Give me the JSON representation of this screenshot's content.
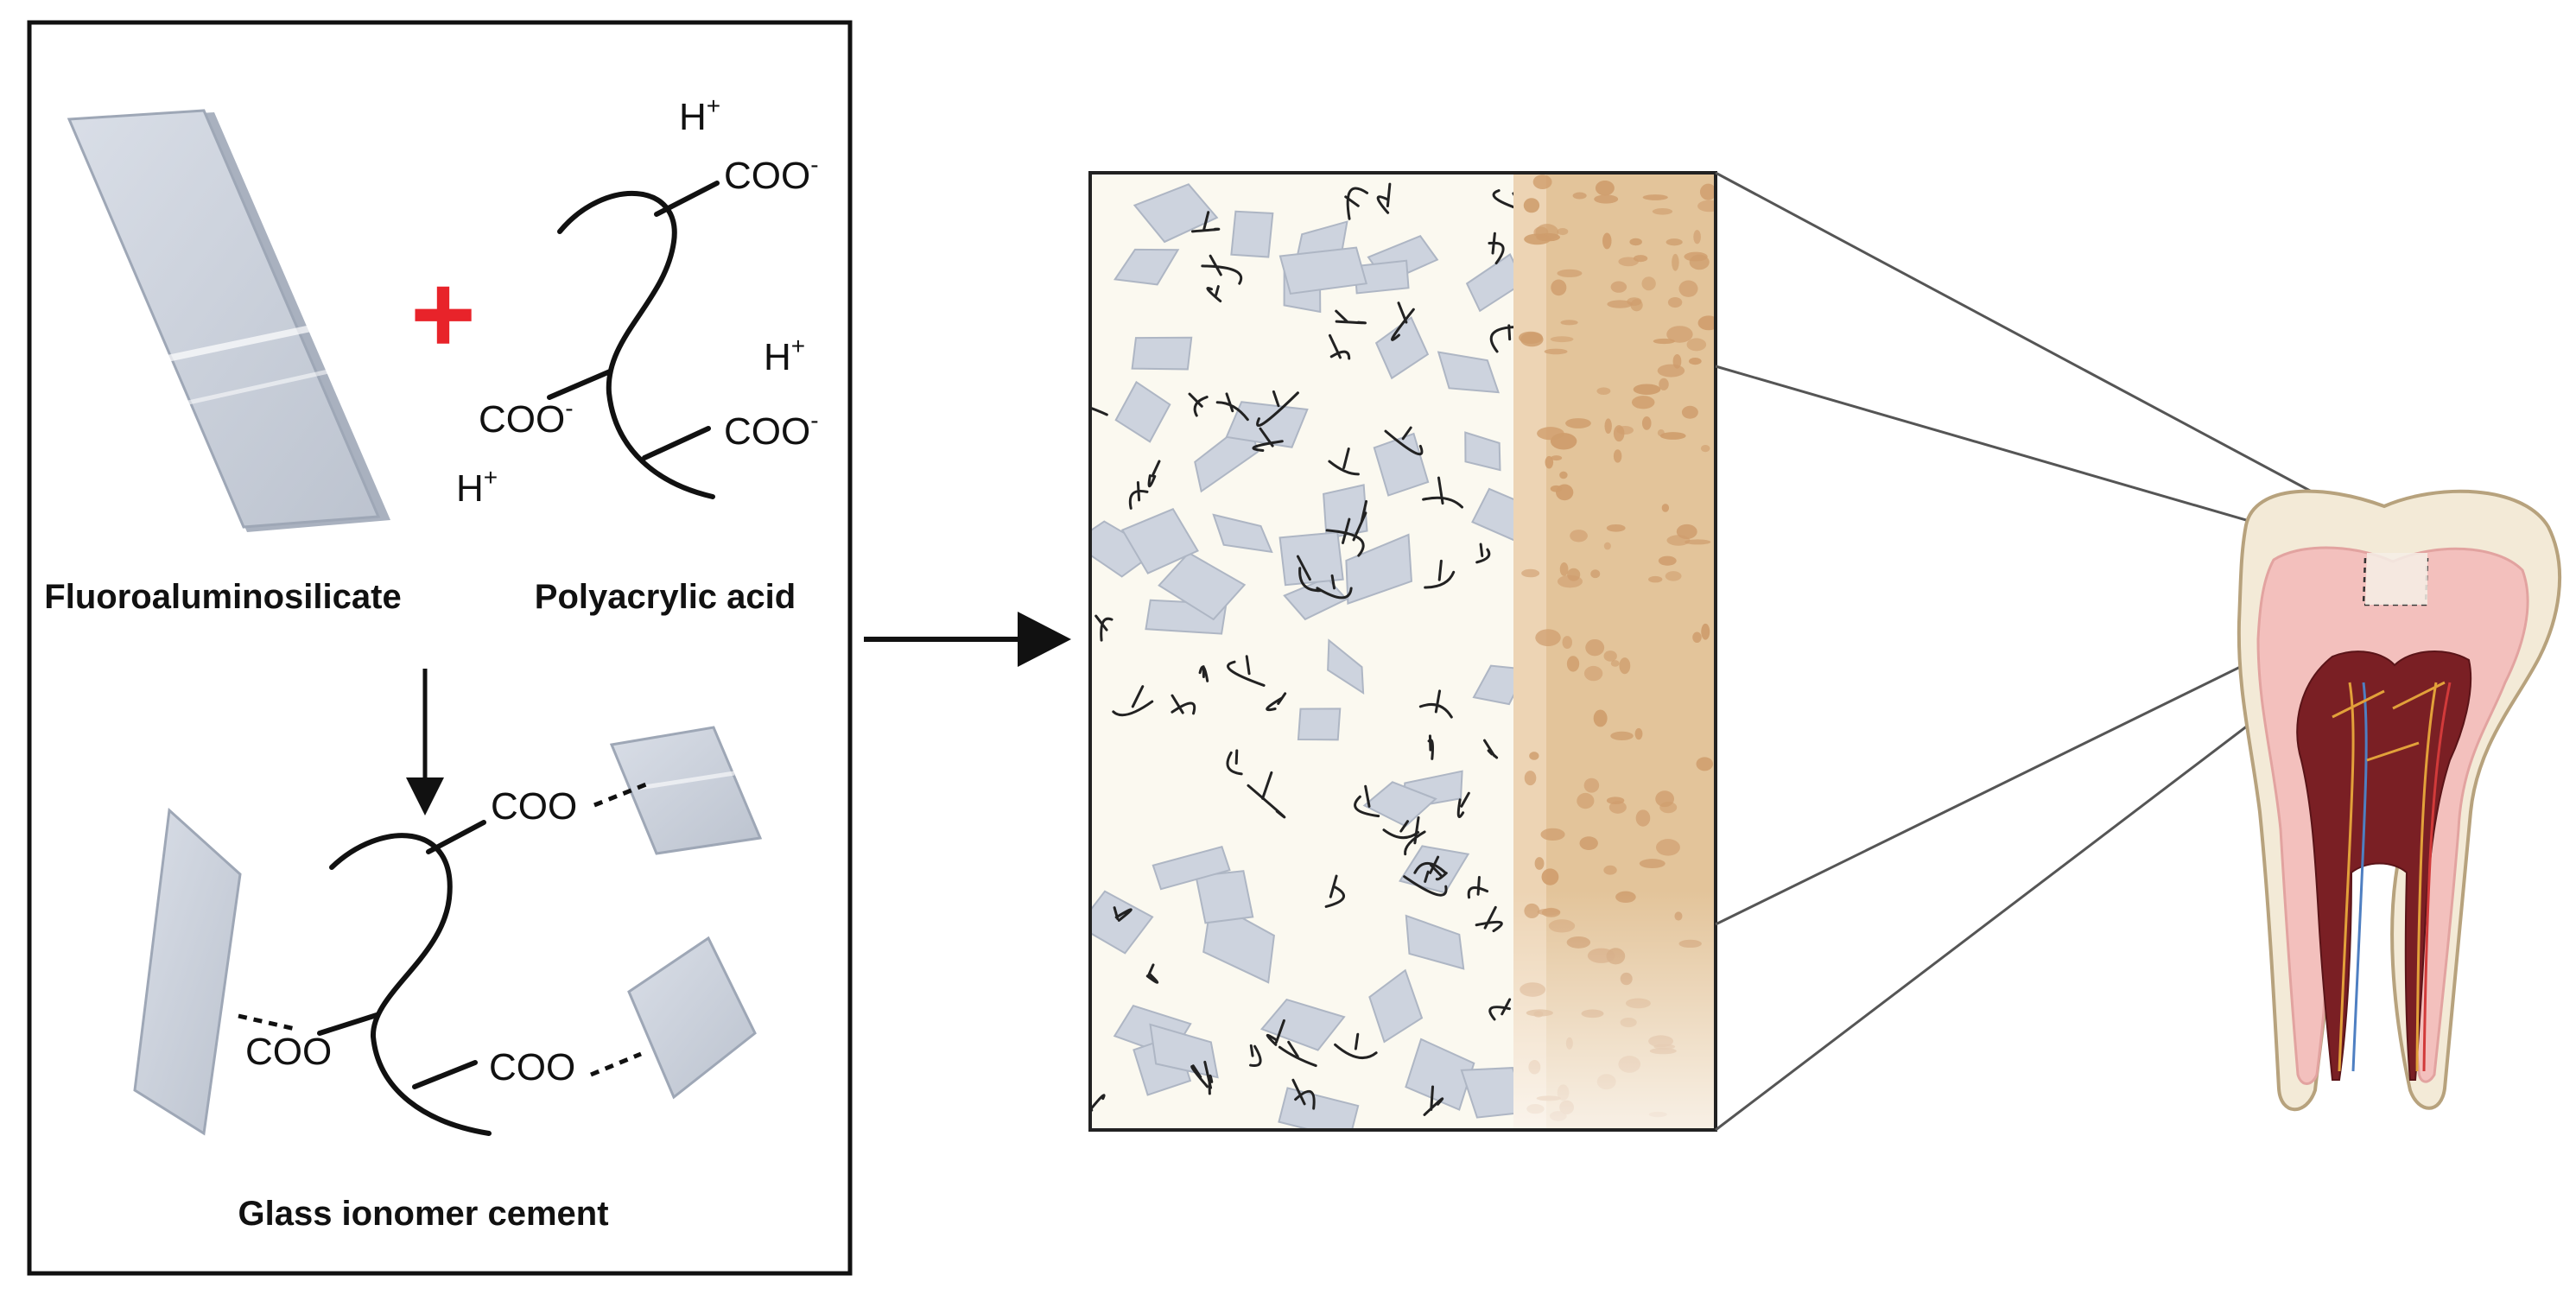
{
  "panel": {
    "label_glass": "Fluoroaluminosilicate",
    "label_polymer": "Polyacrylic acid",
    "label_product": "Glass ionomer cement",
    "plus_sign": "+",
    "plus_color": "#e8232a",
    "chem": {
      "h_plus": "H",
      "plus_superscript": "+",
      "carboxylate": "COO",
      "minus_superscript": "-",
      "carboxylate_bonded": "COO"
    }
  },
  "colors": {
    "glass_fill": "#cdd3de",
    "glass_edge": "#aeb6c4",
    "matrix_background": "#fbf9f0",
    "tooth_layer": "#e3c49a",
    "tooth_pores": "#cf9d6d",
    "enamel": "#f3ead7",
    "dentin": "#f3c0bd",
    "pulp": "#7a1f24",
    "outline": "#222222"
  },
  "icons": [
    "glass-particle-icon",
    "polymer-chain-icon",
    "arrow-right-icon",
    "arrow-down-icon",
    "tooth-icon"
  ]
}
